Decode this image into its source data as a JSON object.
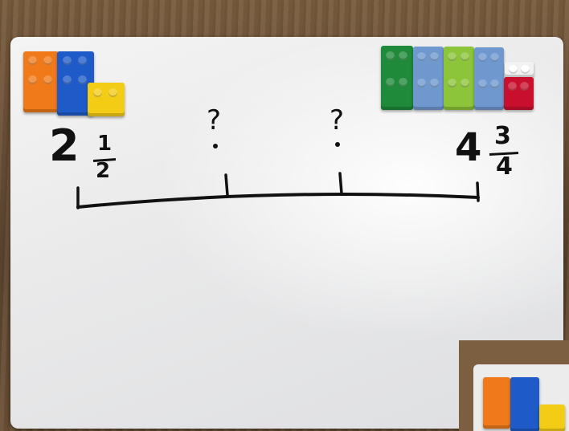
{
  "whiteboard": {
    "left_label": {
      "whole": "2",
      "numerator": "1",
      "denominator": "2"
    },
    "right_label": {
      "whole": "4",
      "numerator": "3",
      "denominator": "4"
    },
    "unknown_marks": [
      "?",
      "?"
    ]
  },
  "colors": {
    "orange": "#f07a1a",
    "blue": "#1e5bc8",
    "yellow": "#f3cc16",
    "green": "#1f8a3a",
    "light_blue": "#6f98cf",
    "lime": "#8cc43a",
    "red": "#c8102e",
    "white": "#f2f2f2"
  }
}
